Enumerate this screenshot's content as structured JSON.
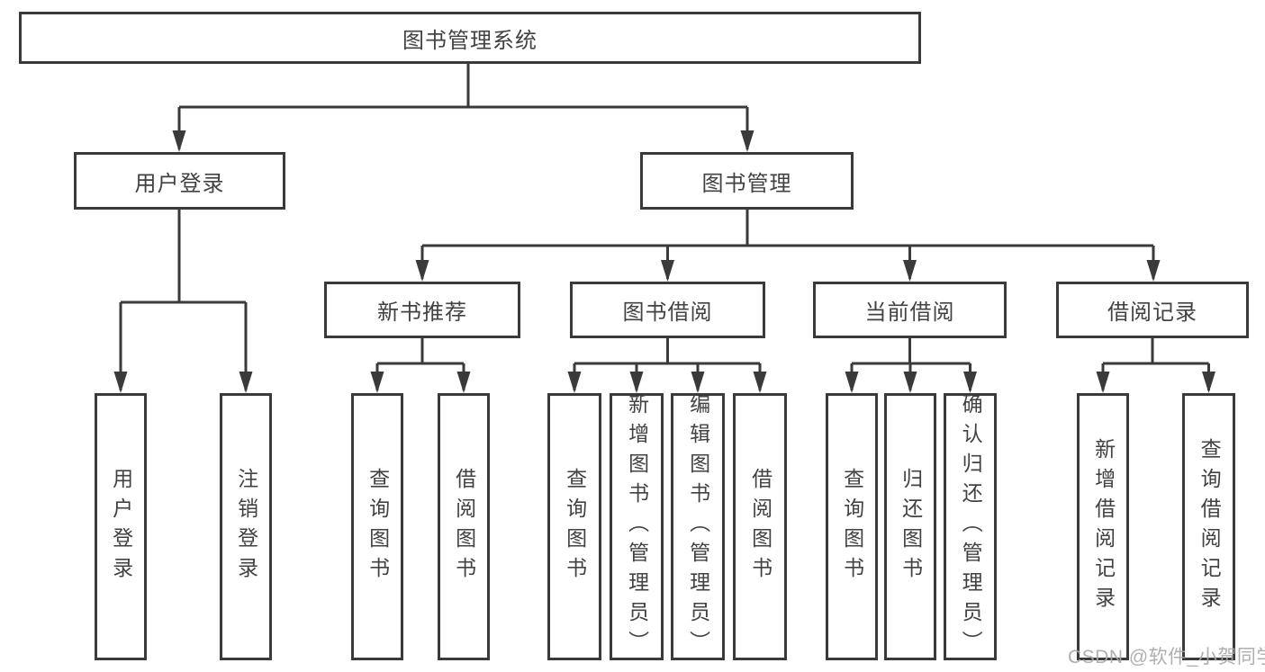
{
  "diagram_type": "hierarchy-tree",
  "colors": {
    "line": "#3a3a3a",
    "box_border": "#3a3a3a",
    "text": "#424242",
    "background": "#ffffff",
    "watermark": "#a8a8a8"
  },
  "tree": {
    "label": "图书管理系统",
    "children": [
      {
        "label": "用户登录",
        "children": [
          {
            "label": "用户登录"
          },
          {
            "label": "注销登录"
          }
        ]
      },
      {
        "label": "图书管理",
        "children": [
          {
            "label": "新书推荐",
            "children": [
              {
                "label": "查询图书"
              },
              {
                "label": "借阅图书"
              }
            ]
          },
          {
            "label": "图书借阅",
            "children": [
              {
                "label": "查询图书"
              },
              {
                "label": "新增图书（管理员）"
              },
              {
                "label": "编辑图书（管理员）"
              },
              {
                "label": "借阅图书"
              }
            ]
          },
          {
            "label": "当前借阅",
            "children": [
              {
                "label": "查询图书"
              },
              {
                "label": "归还图书"
              },
              {
                "label": "确认归还（管理员）"
              }
            ]
          },
          {
            "label": "借阅记录",
            "children": [
              {
                "label": "新增借阅记录"
              },
              {
                "label": "查询借阅记录"
              }
            ]
          }
        ]
      }
    ]
  },
  "watermark": {
    "text": "CSDN @软件_小贺同学"
  }
}
